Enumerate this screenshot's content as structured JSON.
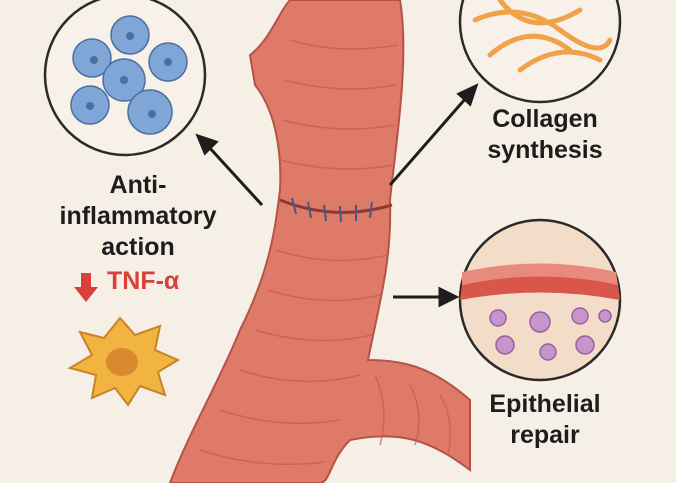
{
  "labels": {
    "anti_inflammatory_1": "Anti-",
    "anti_inflammatory_2": "inflammatory",
    "anti_inflammatory_3": "action",
    "tnf": "TNF-α",
    "collagen_1": "Collagen",
    "collagen_2": "synthesis",
    "epithelial_1": "Epithelial",
    "epithelial_2": "repair"
  },
  "colors": {
    "background": "#f6efe5",
    "tissue": "#e07a68",
    "tnf_red": "#d9403a",
    "cell_blue": "#7fa6d6",
    "collagen": "#f0a24a",
    "macrophage": "#f2b440"
  }
}
